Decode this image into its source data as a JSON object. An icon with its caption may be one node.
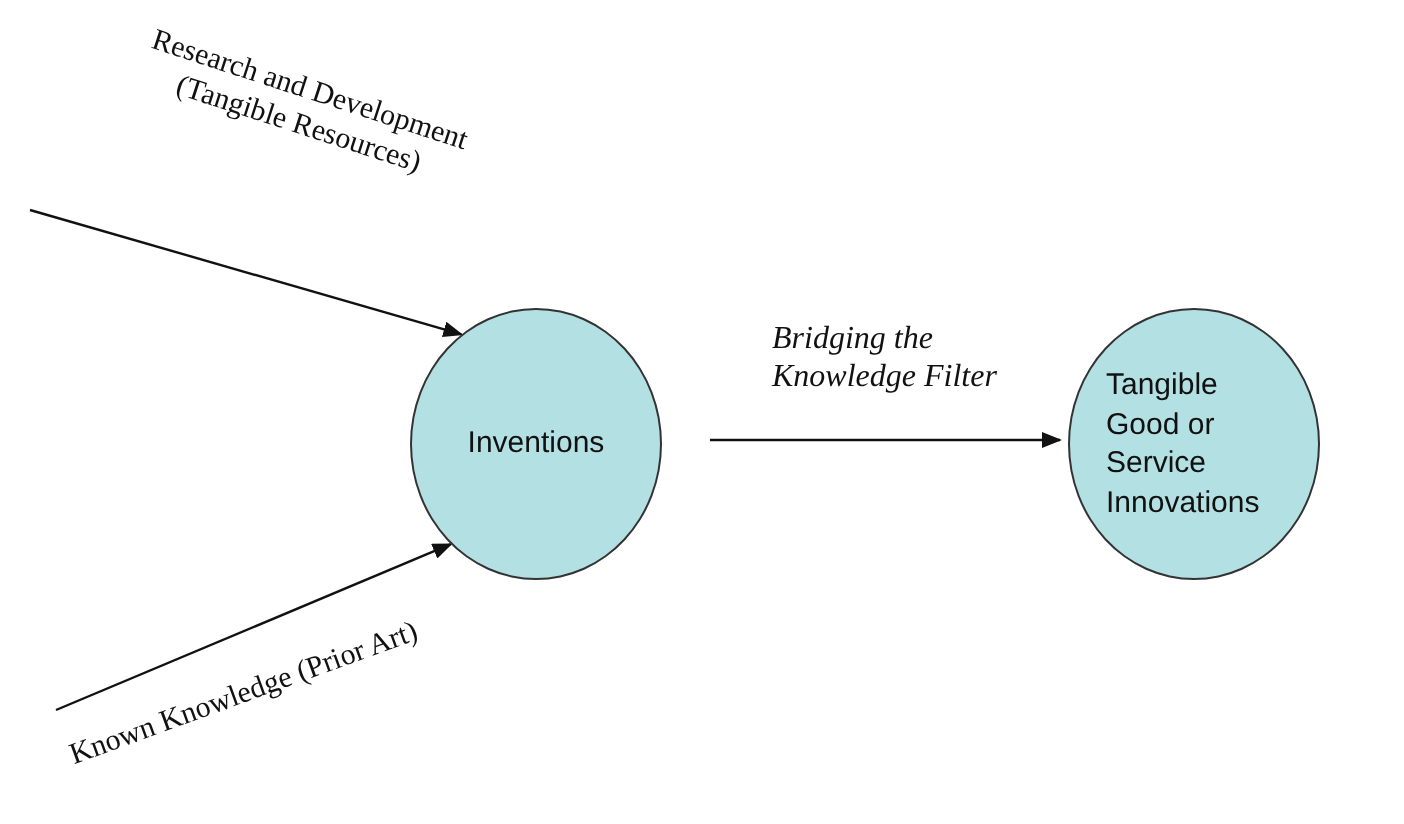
{
  "diagram": {
    "nodes": [
      {
        "text": [
          "Inventions"
        ]
      },
      {
        "text": [
          "Tangible Good or Service Innovations"
        ]
      }
    ],
    "edges": [
      {
        "from": null,
        "to": 0,
        "arrow": "to",
        "label": "Research and Development (Tangible Resources)"
      },
      {
        "from": null,
        "to": 0,
        "arrow": "to",
        "label": "Known Knowledge (Prior Art)"
      },
      {
        "from": 0,
        "to": 1,
        "arrow": "to",
        "label": "Bridging the Knowledge Filter"
      }
    ]
  }
}
